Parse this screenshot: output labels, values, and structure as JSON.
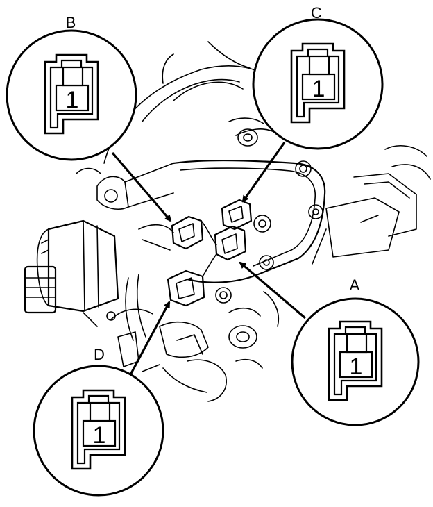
{
  "callouts": [
    {
      "id": "A",
      "label": "A",
      "pin": "1"
    },
    {
      "id": "B",
      "label": "B",
      "pin": "1"
    },
    {
      "id": "C",
      "label": "C",
      "pin": "1"
    },
    {
      "id": "D",
      "label": "D",
      "pin": "1"
    }
  ]
}
